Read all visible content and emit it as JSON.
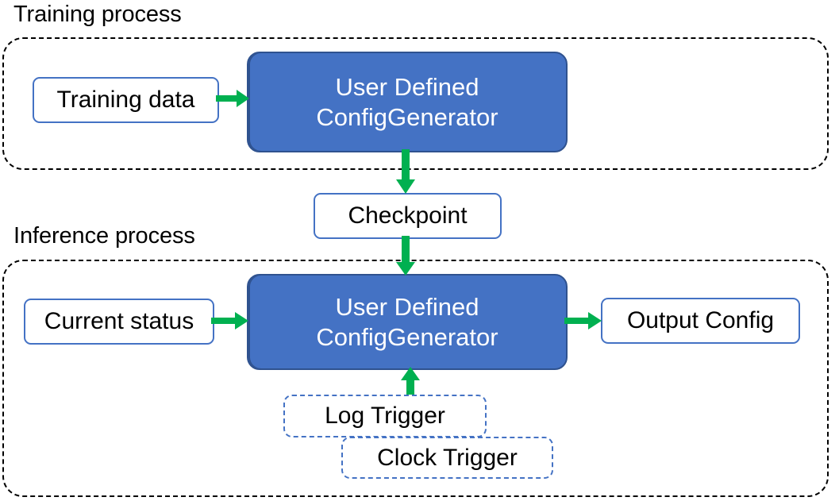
{
  "diagram": {
    "title_training": "Training process",
    "title_inference": "Inference process",
    "colors": {
      "accent_blue": "#4472C4",
      "blue_border": "#2F528F",
      "arrow_green": "#00B050",
      "container_dash": "#000000",
      "background": "#FFFFFF"
    },
    "training_section": {
      "label": "Training process",
      "nodes": [
        {
          "id": "training-data",
          "label": "Training data",
          "style": "white-solid-border"
        },
        {
          "id": "generator-train",
          "label": "User Defined\nConfigGenerator",
          "line1": "User Defined",
          "line2": "ConfigGenerator",
          "style": "blue-filled"
        }
      ]
    },
    "bridge": {
      "checkpoint": {
        "label": "Checkpoint",
        "style": "white-solid-border"
      }
    },
    "inference_section": {
      "label": "Inference process",
      "nodes": [
        {
          "id": "current-status",
          "label": "Current status",
          "style": "white-solid-border"
        },
        {
          "id": "generator-infer",
          "label": "User Defined\nConfigGenerator",
          "line1": "User Defined",
          "line2": "ConfigGenerator",
          "style": "blue-filled"
        },
        {
          "id": "output-config",
          "label": "Output Config",
          "style": "white-solid-border"
        },
        {
          "id": "log-trigger",
          "label": "Log Trigger",
          "style": "white-dashed-border"
        },
        {
          "id": "clock-trigger",
          "label": "Clock Trigger",
          "style": "white-dashed-border"
        }
      ]
    },
    "arrows": [
      {
        "id": "training-data-to-generator",
        "from": "training-data",
        "to": "generator-train",
        "direction": "right",
        "color": "#00B050"
      },
      {
        "id": "generator-train-to-checkpoint",
        "from": "generator-train",
        "to": "checkpoint",
        "direction": "down",
        "color": "#00B050"
      },
      {
        "id": "checkpoint-to-generator-infer",
        "from": "checkpoint",
        "to": "generator-infer",
        "direction": "down",
        "color": "#00B050"
      },
      {
        "id": "current-status-to-generator",
        "from": "current-status",
        "to": "generator-infer",
        "direction": "right",
        "color": "#00B050"
      },
      {
        "id": "generator-infer-to-output",
        "from": "generator-infer",
        "to": "output-config",
        "direction": "right",
        "color": "#00B050"
      },
      {
        "id": "triggers-to-generator",
        "from": "log-trigger",
        "to": "generator-infer",
        "direction": "up",
        "color": "#00B050"
      }
    ]
  }
}
